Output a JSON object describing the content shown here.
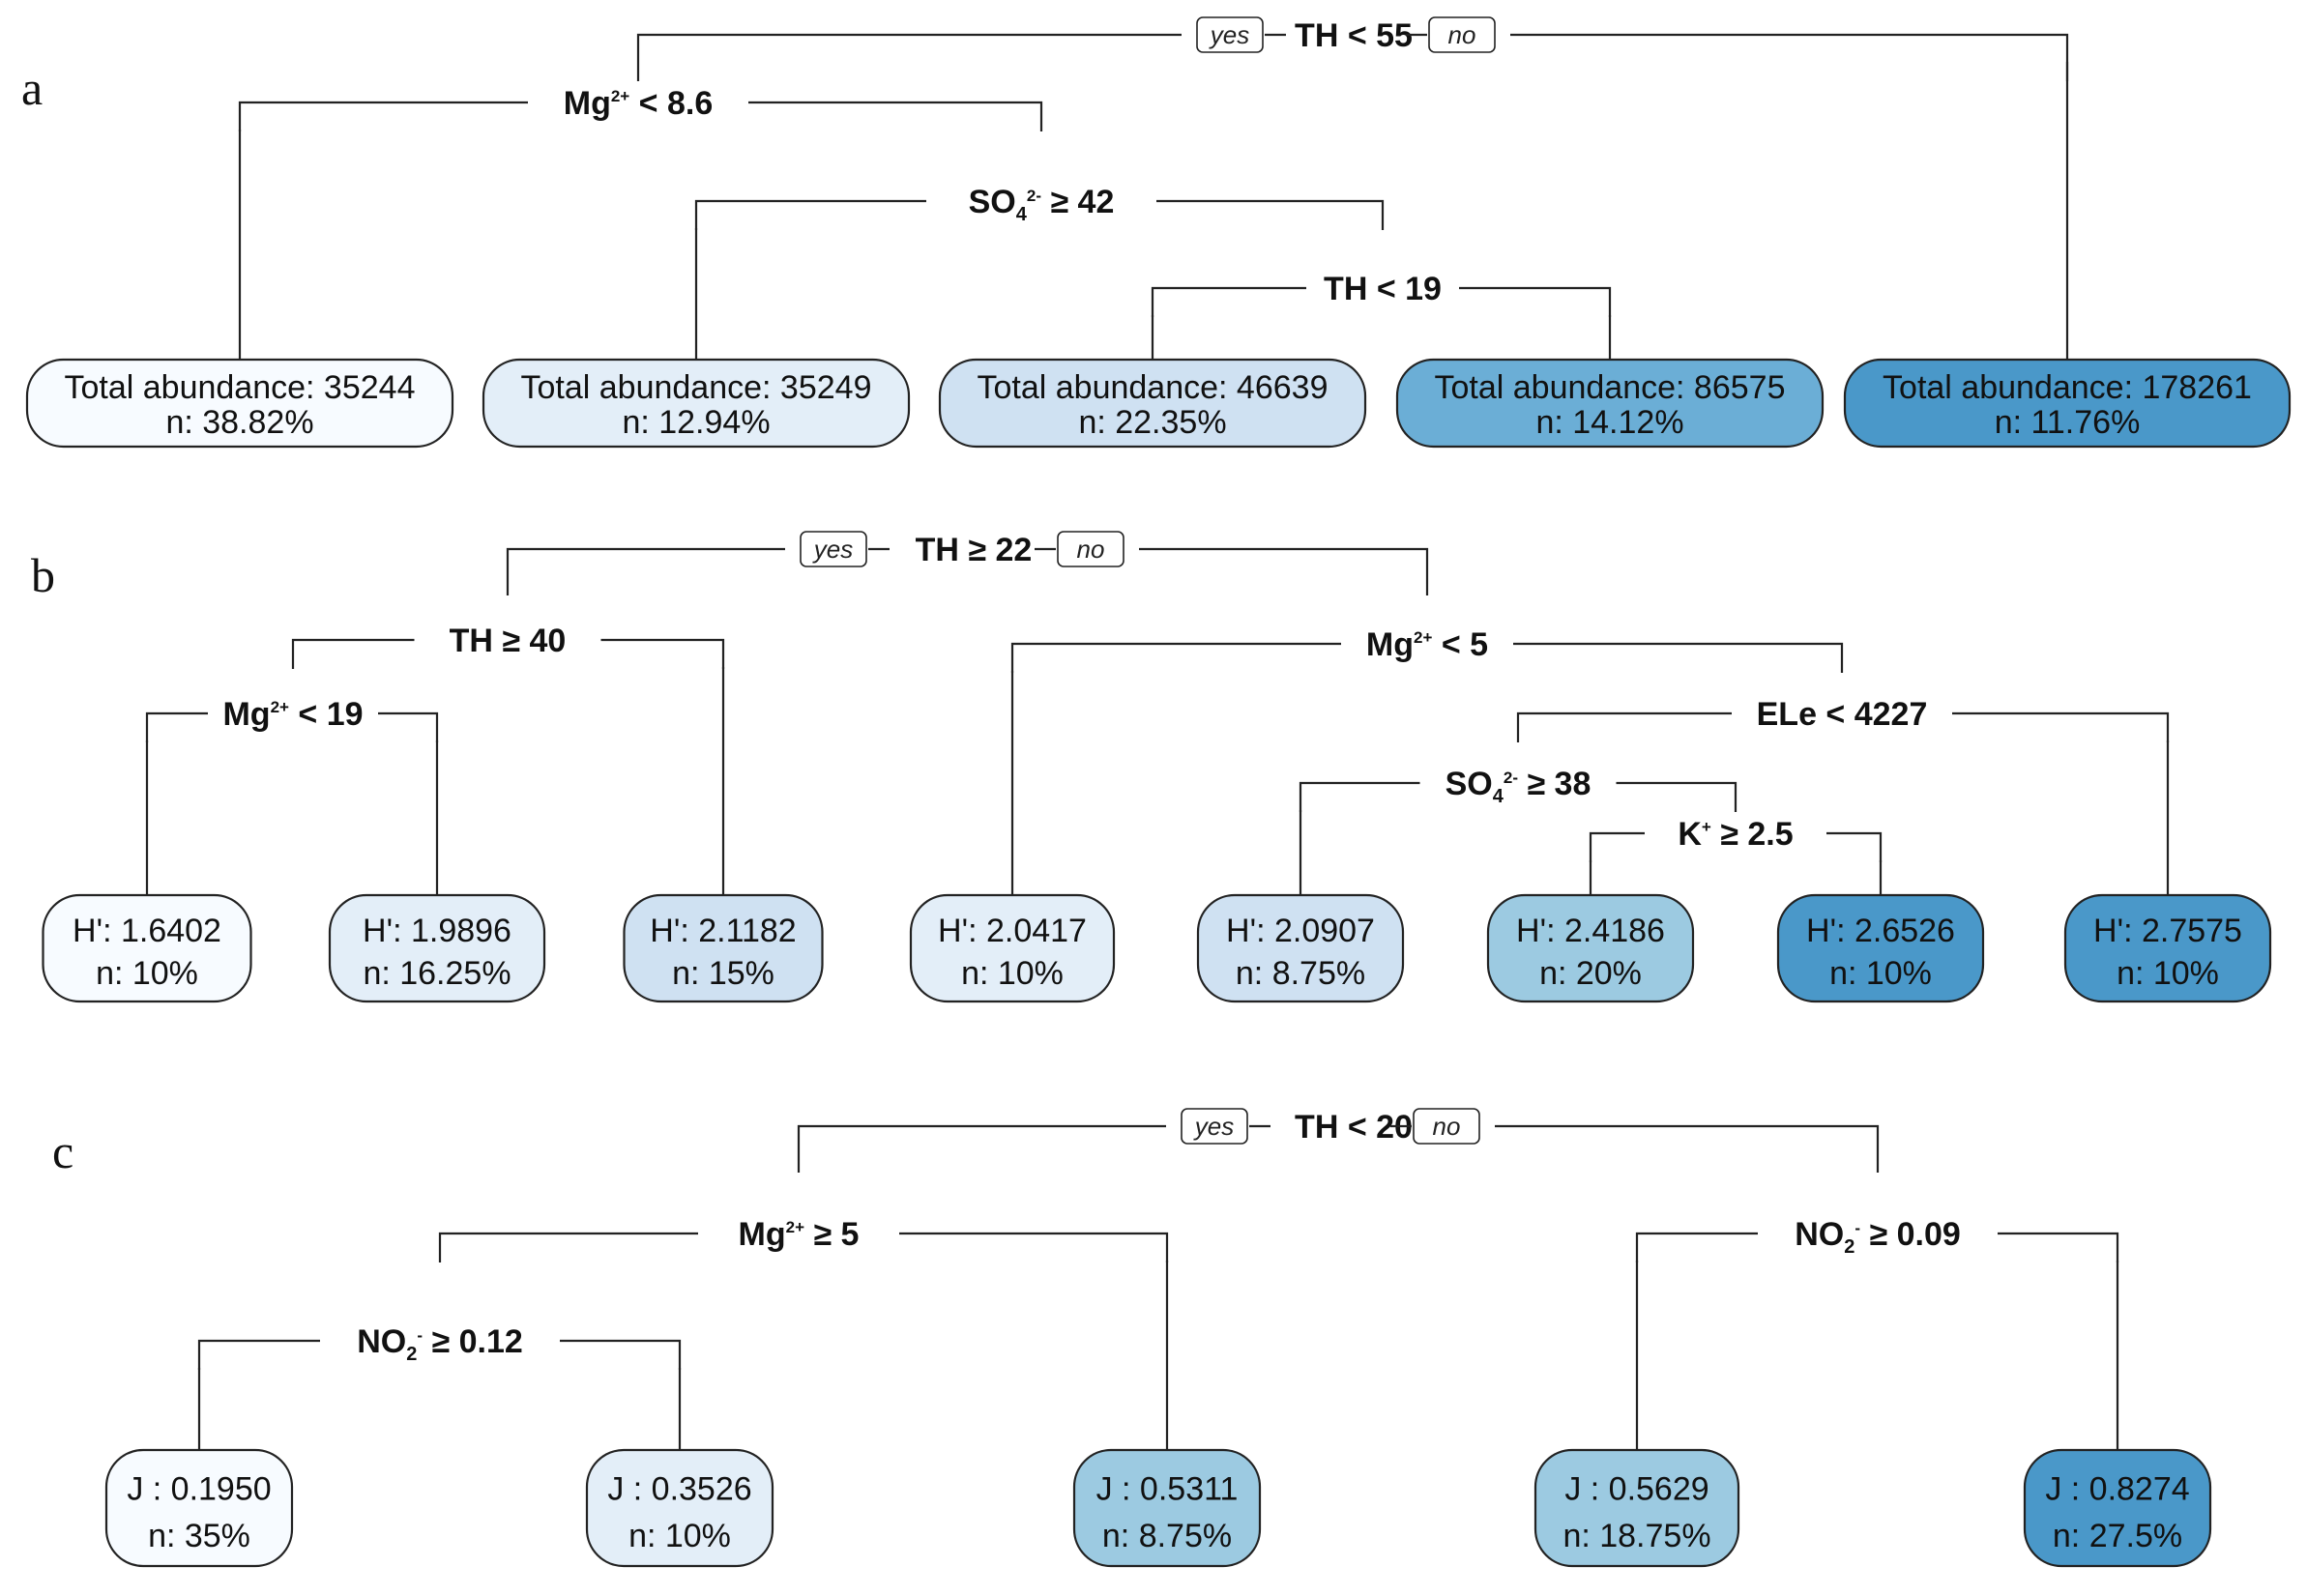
{
  "colors": {
    "scale": [
      "#f7fbff",
      "#e3eef8",
      "#cfe1f2",
      "#9ccae1",
      "#6baed6",
      "#4a98c9"
    ],
    "line": "#222222"
  },
  "panels": [
    {
      "id": "a",
      "label": "a",
      "root": {
        "label": "TH < 55",
        "yes": "yes",
        "no": "no"
      },
      "splits": [
        {
          "id": "a1",
          "base": "Mg",
          "sup": "2+",
          "rest": " < 8.6"
        },
        {
          "id": "a2",
          "base": "SO",
          "sub": "4",
          "sup": "2-",
          "rest": " ≥ 42"
        },
        {
          "id": "a3",
          "base": "TH < 19"
        }
      ],
      "leaves": [
        {
          "line1": "Total abundance: 35244",
          "line2": "n: 38.82%",
          "shade": 0
        },
        {
          "line1": "Total abundance: 35249",
          "line2": "n: 12.94%",
          "shade": 1
        },
        {
          "line1": "Total abundance: 46639",
          "line2": "n: 22.35%",
          "shade": 2
        },
        {
          "line1": "Total abundance: 86575",
          "line2": "n: 14.12%",
          "shade": 4
        },
        {
          "line1": "Total abundance: 178261",
          "line2": "n: 11.76%",
          "shade": 5
        }
      ]
    },
    {
      "id": "b",
      "label": "b",
      "root": {
        "label": "TH ≥ 22",
        "yes": "yes",
        "no": "no"
      },
      "splits": [
        {
          "id": "b1",
          "base": "TH ≥ 40"
        },
        {
          "id": "b2",
          "base": "Mg",
          "sup": "2+",
          "rest": " < 19"
        },
        {
          "id": "b3",
          "base": "Mg",
          "sup": "2+",
          "rest": " < 5"
        },
        {
          "id": "b4",
          "base": "ELe < 4227"
        },
        {
          "id": "b5",
          "base": "SO",
          "sub": "4",
          "sup": "2-",
          "rest": " ≥ 38"
        },
        {
          "id": "b6",
          "base": "K",
          "sup": "+",
          "rest": " ≥ 2.5"
        }
      ],
      "leaves": [
        {
          "line1": "H': 1.6402",
          "line2": "n: 10%",
          "shade": 0
        },
        {
          "line1": "H': 1.9896",
          "line2": "n: 16.25%",
          "shade": 1
        },
        {
          "line1": "H': 2.1182",
          "line2": "n: 15%",
          "shade": 2
        },
        {
          "line1": "H': 2.0417",
          "line2": "n: 10%",
          "shade": 1
        },
        {
          "line1": "H': 2.0907",
          "line2": "n: 8.75%",
          "shade": 2
        },
        {
          "line1": "H': 2.4186",
          "line2": "n: 20%",
          "shade": 3
        },
        {
          "line1": "H': 2.6526",
          "line2": "n: 10%",
          "shade": 5
        },
        {
          "line1": "H': 2.7575",
          "line2": "n: 10%",
          "shade": 5
        }
      ]
    },
    {
      "id": "c",
      "label": "c",
      "root": {
        "label": "TH < 20",
        "yes": "yes",
        "no": "no"
      },
      "splits": [
        {
          "id": "c1",
          "base": "Mg",
          "sup": "2+",
          "rest": " ≥ 5"
        },
        {
          "id": "c2",
          "base": "NO",
          "sub": "2",
          "sup": "-",
          "rest": " ≥ 0.12"
        },
        {
          "id": "c3",
          "base": "NO",
          "sub": "2",
          "sup": "-",
          "rest": " ≥ 0.09"
        }
      ],
      "leaves": [
        {
          "line1": "J : 0.1950",
          "line2": "n: 35%",
          "shade": 0
        },
        {
          "line1": "J : 0.3526",
          "line2": "n: 10%",
          "shade": 1
        },
        {
          "line1": "J : 0.5311",
          "line2": "n: 8.75%",
          "shade": 3
        },
        {
          "line1": "J : 0.5629",
          "line2": "n: 18.75%",
          "shade": 3
        },
        {
          "line1": "J : 0.8274",
          "line2": "n: 27.5%",
          "shade": 5
        }
      ]
    }
  ]
}
